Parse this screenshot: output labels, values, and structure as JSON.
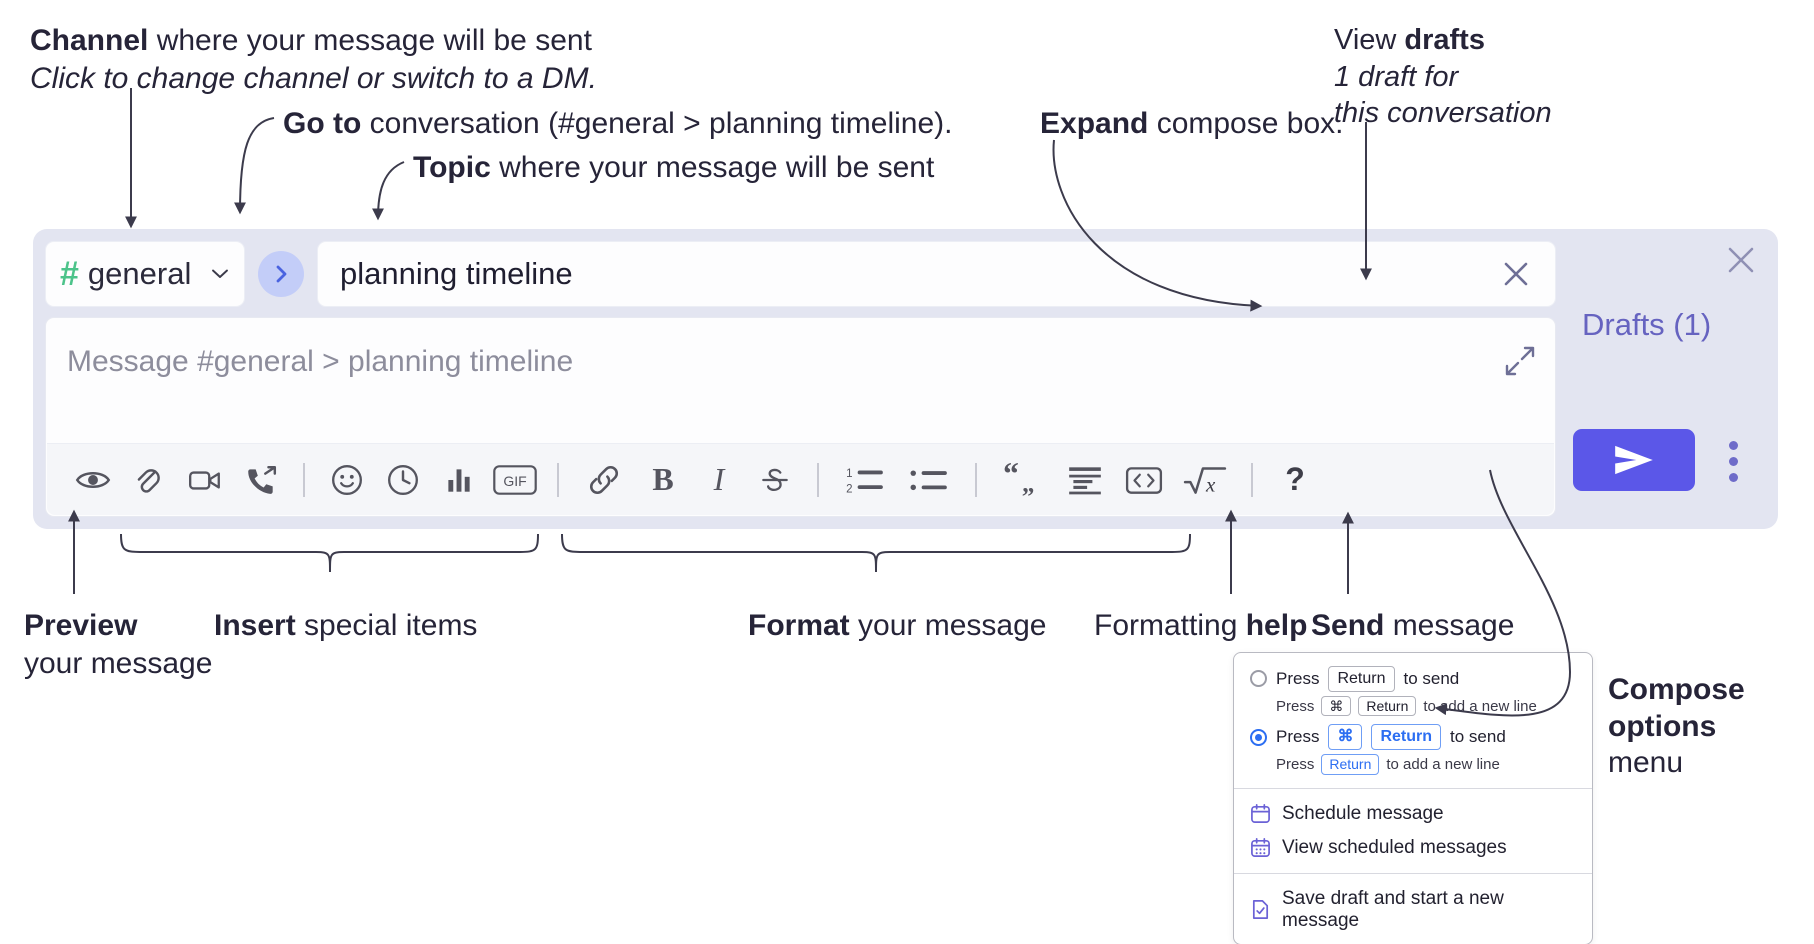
{
  "annotations": {
    "channel": {
      "bold": "Channel",
      "rest": " where your message will be sent",
      "sub": "Click to change channel or switch to a DM."
    },
    "goto": {
      "bold": "Go to",
      "rest": " conversation (#general > planning timeline)."
    },
    "topic": {
      "bold": "Topic",
      "rest": " where your message will be sent"
    },
    "expand": {
      "bold": "Expand",
      "rest": " compose box."
    },
    "drafts": {
      "plain": "View ",
      "bold": "drafts",
      "sub1": "1 draft for",
      "sub2": "this conversation"
    },
    "preview": {
      "bold": "Preview",
      "sub": "your message"
    },
    "insert": {
      "bold": "Insert",
      "rest": " special items"
    },
    "format": {
      "bold": "Format",
      "rest": " your message"
    },
    "help": {
      "plain": "Formatting ",
      "bold": "help"
    },
    "send": {
      "bold": "Send",
      "rest": " message"
    },
    "compose_options": {
      "bold1": "Compose",
      "bold2": "options",
      "rest": "menu"
    }
  },
  "compose": {
    "channel_name": "general",
    "hash_glyph": "#",
    "topic_value": "planning timeline",
    "message_placeholder": "Message #general > planning timeline",
    "drafts_label": "Drafts (1)",
    "toolbar": [
      {
        "name": "preview-icon",
        "title": "Preview"
      },
      {
        "name": "paperclip-icon",
        "title": "Attach file"
      },
      {
        "name": "video-camera-icon",
        "title": "Video clip"
      },
      {
        "name": "phone-forward-icon",
        "title": "Audio clip"
      },
      {
        "name": "separator",
        "title": ""
      },
      {
        "name": "emoji-icon",
        "title": "Emoji"
      },
      {
        "name": "clock-icon",
        "title": "Reminder"
      },
      {
        "name": "bar-chart-icon",
        "title": "Poll"
      },
      {
        "name": "gif-icon",
        "title": "GIF"
      },
      {
        "name": "separator",
        "title": ""
      },
      {
        "name": "link-icon",
        "title": "Link"
      },
      {
        "name": "bold-icon",
        "title": "Bold"
      },
      {
        "name": "italic-icon",
        "title": "Italic"
      },
      {
        "name": "strikethrough-icon",
        "title": "Strikethrough"
      },
      {
        "name": "separator",
        "title": ""
      },
      {
        "name": "ordered-list-icon",
        "title": "Ordered list"
      },
      {
        "name": "bullet-list-icon",
        "title": "Bulleted list"
      },
      {
        "name": "separator",
        "title": ""
      },
      {
        "name": "blockquote-icon",
        "title": "Blockquote"
      },
      {
        "name": "code-block-icon",
        "title": "Code block"
      },
      {
        "name": "code-icon",
        "title": "Code"
      },
      {
        "name": "math-icon",
        "title": "Math"
      },
      {
        "name": "separator",
        "title": ""
      },
      {
        "name": "help-icon",
        "title": "Formatting help"
      }
    ],
    "gif_label": "GIF",
    "bold_label": "B",
    "italic_label": "I",
    "help_label": "?",
    "ordered_one": "1",
    "ordered_two": "2"
  },
  "menu": {
    "option1": {
      "pre": "Press",
      "key": "Return",
      "post": "to send",
      "sub_pre": "Press",
      "sub_key1": "⌘",
      "sub_key2": "Return",
      "sub_post": "to add a new line",
      "selected": false
    },
    "option2": {
      "pre": "Press",
      "key1": "⌘",
      "key2": "Return",
      "post": "to send",
      "sub_pre": "Press",
      "sub_key": "Return",
      "sub_post": "to add a new line",
      "selected": true
    },
    "items": [
      {
        "label": "Schedule message",
        "icon": "calendar-icon"
      },
      {
        "label": "View scheduled messages",
        "icon": "calendar-grid-icon"
      },
      {
        "label": "Save draft and start a new message",
        "icon": "document-check-icon"
      }
    ]
  },
  "colors": {
    "accent_send": "#5b57e8",
    "hash_green": "#4cc38a",
    "drafts_purple": "#6663c0",
    "panel_bg": "#e3e5f1",
    "key_blue": "#2c6ef2",
    "menu_icon_purple": "#6b62d6"
  }
}
